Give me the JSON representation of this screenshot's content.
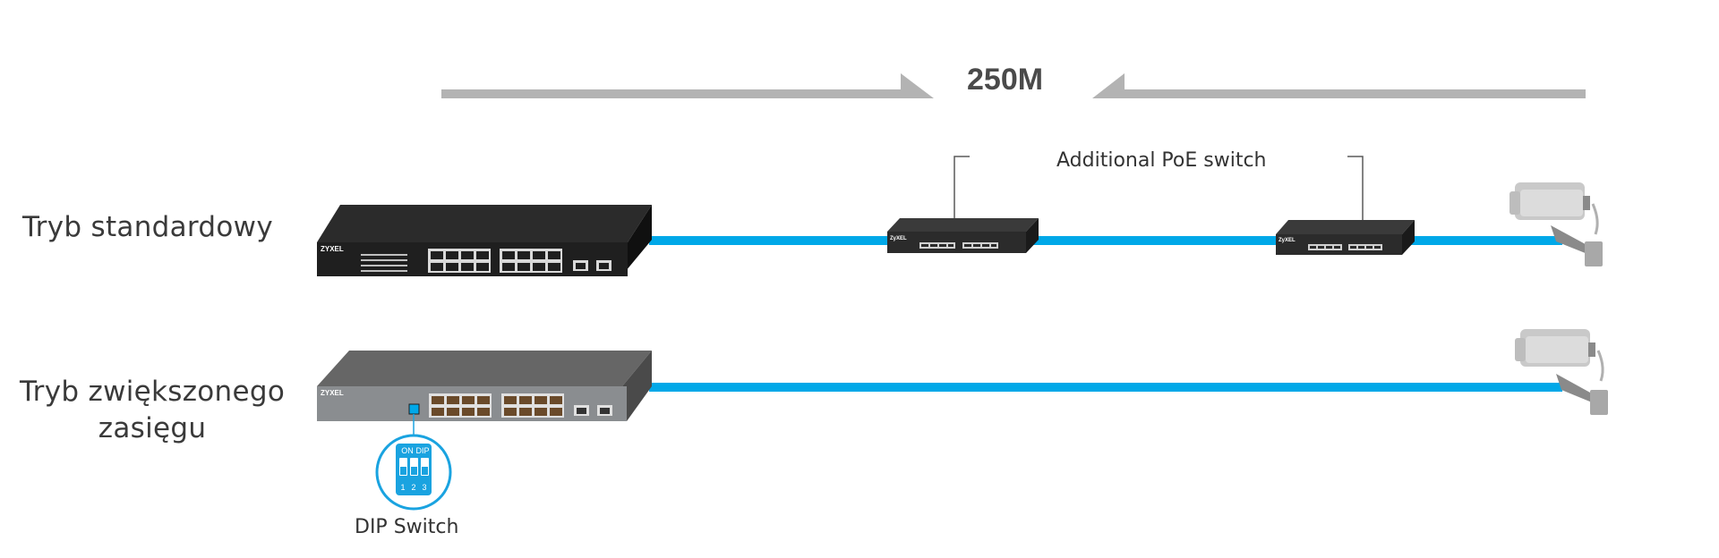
{
  "colors": {
    "cable": "#00a8e8",
    "arrow": "#b3b3b3",
    "switch_dark": "#1f1f1f",
    "switch_grey": "#8a8d90",
    "text": "#3a3a3a",
    "dip_accent": "#1aa3e0"
  },
  "distance": {
    "label": "250M"
  },
  "poe": {
    "label": "Additional PoE switch"
  },
  "modes": {
    "standard": {
      "label": "Tryb standardowy"
    },
    "extended": {
      "line1": "Tryb zwiększonego",
      "line2": "zasięgu"
    }
  },
  "switch": {
    "brand": "ZYXEL"
  },
  "small_switch": {
    "brand": "ZyXEL"
  },
  "dip": {
    "label": "DIP Switch",
    "header_on": "ON",
    "header_dip": "DIP",
    "numbers": [
      "1",
      "2",
      "3"
    ]
  },
  "icons": [
    "arrow-right-icon",
    "arrow-left-icon",
    "poe-switch-icon",
    "camera-icon",
    "dip-switch-icon"
  ]
}
